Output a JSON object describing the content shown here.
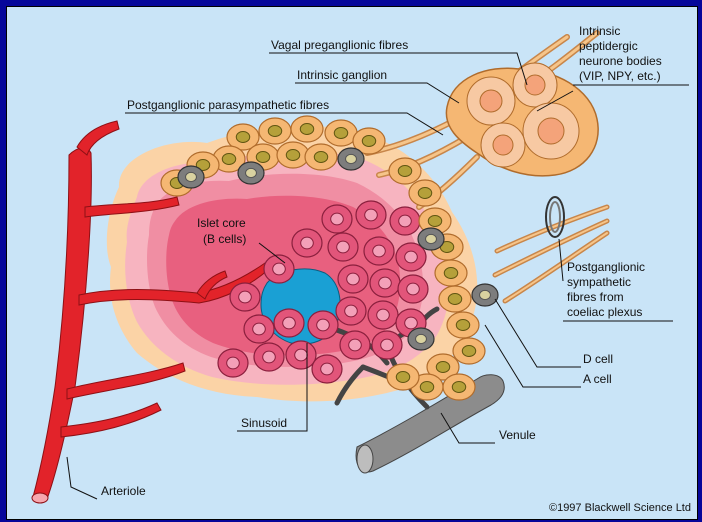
{
  "colors": {
    "page_border": "#06079a",
    "background": "#c9e4f7",
    "islet_core_pink": "#e8607f",
    "periphery_orange": "#f5b773",
    "vessel_red": "#e2232a",
    "nerve_peach": "#f6c58a",
    "sinusoid_blue": "#1aa0d4",
    "d_cell_gray": "#7d7d7d",
    "venule_gray": "#888888"
  },
  "labels": {
    "vagal": "Vagal preganglionic fibres",
    "ganglion": "Intrinsic ganglion",
    "postganglionic_para": "Postganglionic parasympathetic fibres",
    "intrinsic_1": "Intrinsic",
    "intrinsic_2": "peptidergic",
    "intrinsic_3": "neurone bodies",
    "intrinsic_4": "(VIP, NPY, etc.)",
    "islet_core_1": "Islet core",
    "islet_core_2": "(B cells)",
    "sympathetic_1": "Postganglionic",
    "sympathetic_2": "sympathetic",
    "sympathetic_3": "fibres from",
    "sympathetic_4": "coeliac plexus",
    "d_cell": "D cell",
    "a_cell": "A cell",
    "sinusoid": "Sinusoid",
    "venule": "Venule",
    "arteriole": "Arteriole"
  },
  "copyright": "©1997 Blackwell Science Ltd"
}
